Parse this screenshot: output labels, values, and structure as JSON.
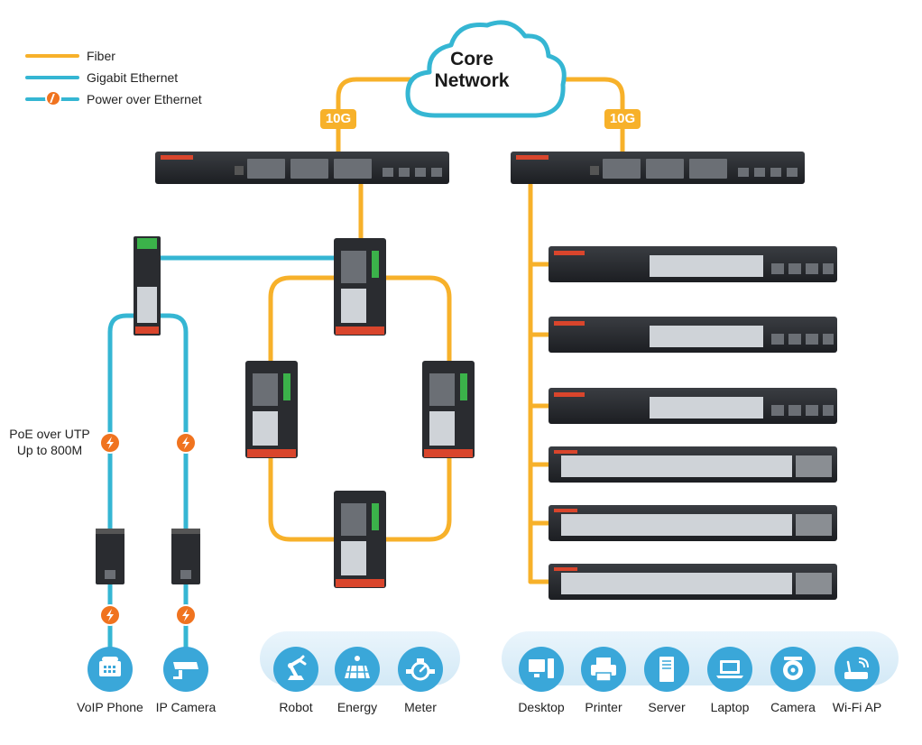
{
  "legend": {
    "fiber": "Fiber",
    "gigabit": "Gigabit Ethernet",
    "poe": "Power over Ethernet"
  },
  "colors": {
    "fiber": "#f7b12a",
    "gigabit": "#35b6d3",
    "poe": "#f0731f",
    "device_panel": "#d8ecf8",
    "device_circle": "#3aa7d9"
  },
  "cloud": {
    "line1": "Core",
    "line2": "Network"
  },
  "uplinks": {
    "left": "10G",
    "right": "10G"
  },
  "poe_note": {
    "line1": "PoE over UTP",
    "line2": "Up to 800M"
  },
  "endpoints_left": [
    {
      "label": "VoIP Phone",
      "icon": "phone-icon"
    },
    {
      "label": "IP Camera",
      "icon": "cctv-camera-icon"
    }
  ],
  "industrial_group": [
    {
      "label": "Robot",
      "icon": "robot-arm-icon"
    },
    {
      "label": "Energy",
      "icon": "solar-panel-icon"
    },
    {
      "label": "Meter",
      "icon": "meter-icon"
    }
  ],
  "office_group": [
    {
      "label": "Desktop",
      "icon": "desktop-icon"
    },
    {
      "label": "Printer",
      "icon": "printer-icon"
    },
    {
      "label": "Server",
      "icon": "server-icon"
    },
    {
      "label": "Laptop",
      "icon": "laptop-icon"
    },
    {
      "label": "Camera",
      "icon": "dome-camera-icon"
    },
    {
      "label": "Wi-Fi AP",
      "icon": "wifi-ap-icon"
    }
  ]
}
